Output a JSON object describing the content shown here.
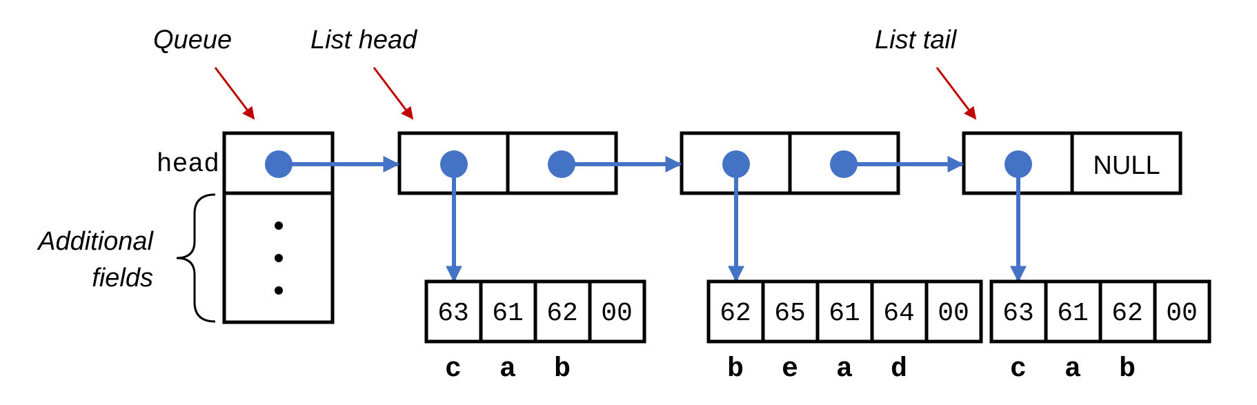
{
  "labels": {
    "queue": "Queue",
    "list_head": "List head",
    "list_tail": "List tail",
    "head_field": "head",
    "additional_fields_line1": "Additional",
    "additional_fields_line2": "fields",
    "null": "NULL"
  },
  "strings": [
    {
      "bytes": [
        "63",
        "61",
        "62",
        "00"
      ],
      "chars": [
        "c",
        "a",
        "b"
      ]
    },
    {
      "bytes": [
        "62",
        "65",
        "61",
        "64",
        "00"
      ],
      "chars": [
        "b",
        "e",
        "a",
        "d"
      ]
    },
    {
      "bytes": [
        "63",
        "61",
        "62",
        "00"
      ],
      "chars": [
        "c",
        "a",
        "b"
      ]
    }
  ],
  "colors": {
    "pointer": "#4472C4",
    "annotation_arrow": "#C00000",
    "outline": "#000000"
  }
}
